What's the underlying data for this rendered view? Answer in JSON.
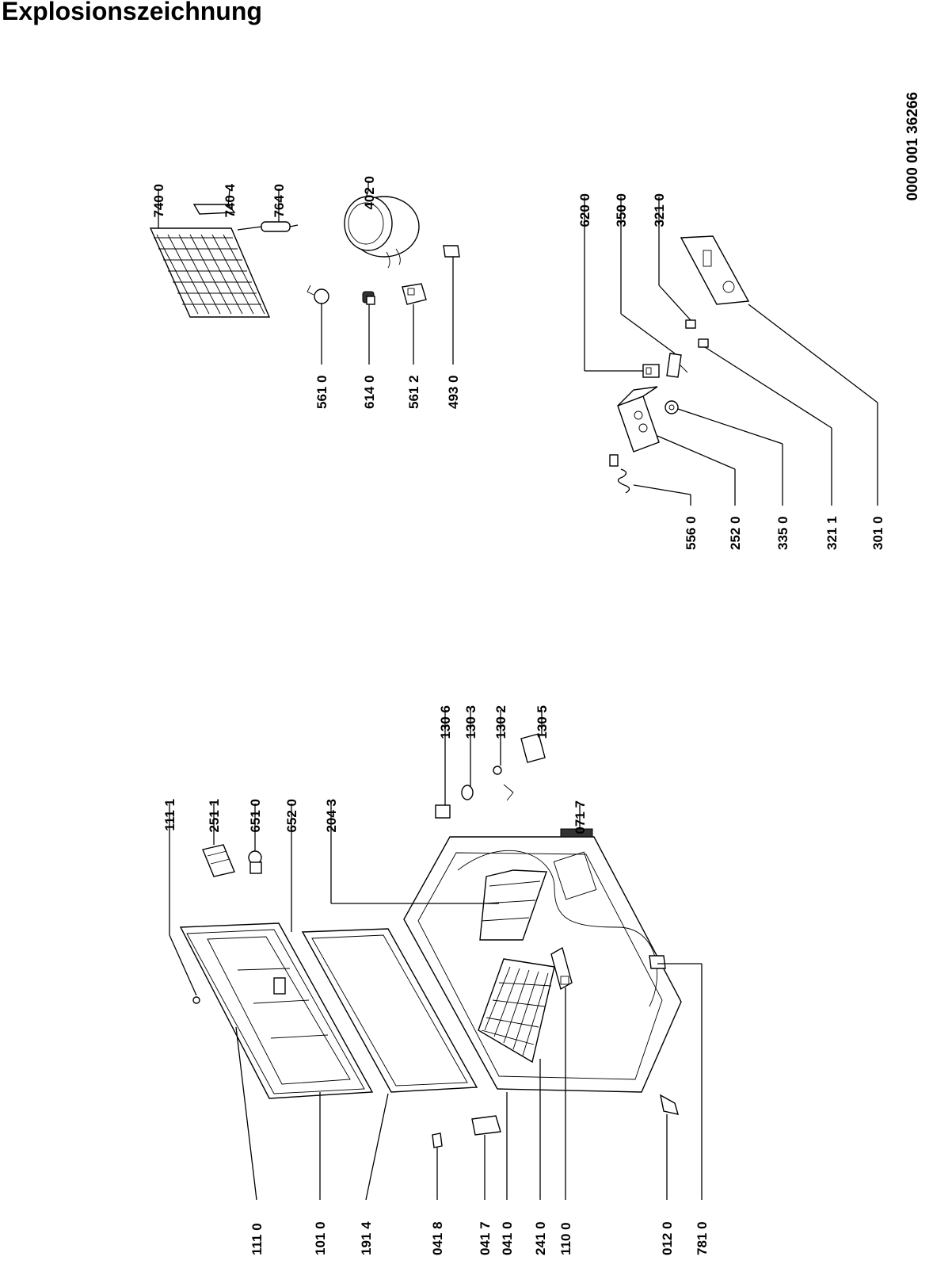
{
  "title": "Explosionszeichnung",
  "document_number": "0000 001 36266",
  "labels": {
    "p7400": "740 0",
    "p7404": "740 4",
    "p7640": "764 0",
    "p4020": "402 0",
    "p5610": "561 0",
    "p6140": "614 0",
    "p5612": "561 2",
    "p4930": "493 0",
    "p6200": "620 0",
    "p3500": "350 0",
    "p3210": "321 0",
    "p5560": "556 0",
    "p2520": "252 0",
    "p3350": "335 0",
    "p3211": "321 1",
    "p3010": "301 0",
    "p1111": "111 1",
    "p2511": "251 1",
    "p6510": "651 0",
    "p6520": "652 0",
    "p2043": "204 3",
    "p1306": "130 6",
    "p1303": "130 3",
    "p1302": "130 2",
    "p1305": "130 5",
    "p0717": "071 7",
    "p1110": "111 0",
    "p1010": "101 0",
    "p1914": "191 4",
    "p0418": "041 8",
    "p0417": "041 7",
    "p0410": "041 0",
    "p2410": "241 0",
    "p1100": "110 0",
    "p0120": "012 0",
    "p7810": "781 0"
  }
}
